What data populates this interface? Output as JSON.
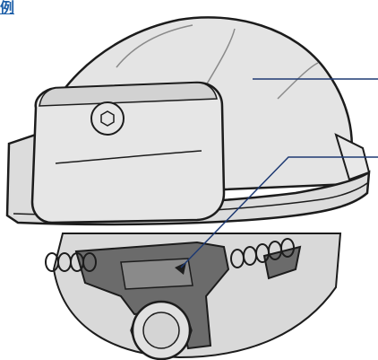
{
  "header": {
    "text": "例"
  },
  "colors": {
    "shell": "#e4e4e4",
    "shell_shadow": "#cfcfcf",
    "outline": "#1c1c1c",
    "harness": "#6b6b6b",
    "harness_light": "#9a9a9a",
    "leader_line": "#1e3a73",
    "heading": "#1d5fa8"
  },
  "illustration": {
    "subject": "safety-helmet",
    "callouts": [
      {
        "target": "helmet-shell"
      },
      {
        "target": "inner-harness"
      }
    ]
  }
}
